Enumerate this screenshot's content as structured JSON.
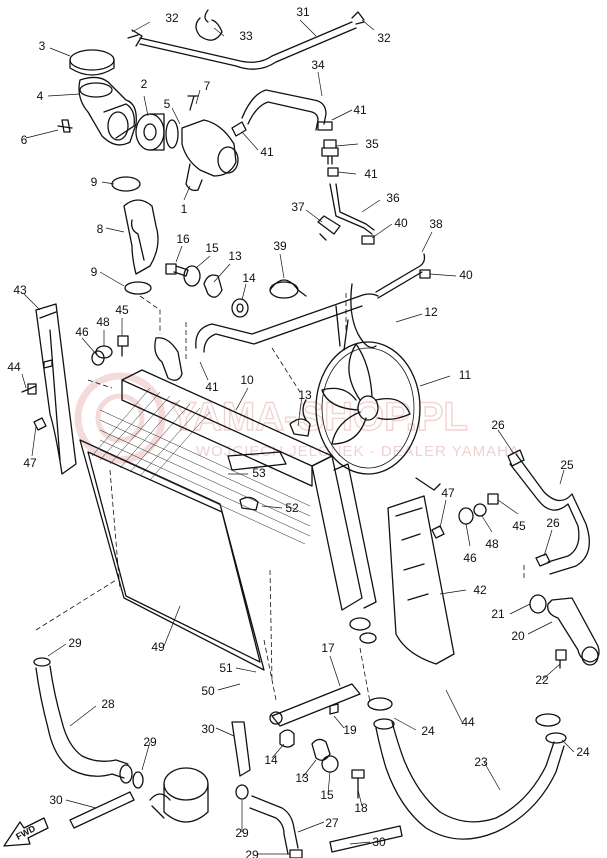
{
  "watermark": {
    "main": "YAMA-SHOP.PL",
    "sub": "WOJCIECH JELONEK - DEALER YAMAHA"
  },
  "fwd_marker": "FWD",
  "callouts": [
    {
      "id": "c32a",
      "label": "32"
    },
    {
      "id": "c31",
      "label": "31"
    },
    {
      "id": "c32b",
      "label": "32"
    },
    {
      "id": "c33",
      "label": "33"
    },
    {
      "id": "c3",
      "label": "3"
    },
    {
      "id": "c34",
      "label": "34"
    },
    {
      "id": "c4",
      "label": "4"
    },
    {
      "id": "c2",
      "label": "2"
    },
    {
      "id": "c7",
      "label": "7"
    },
    {
      "id": "c5",
      "label": "5"
    },
    {
      "id": "c41a",
      "label": "41"
    },
    {
      "id": "c6",
      "label": "6"
    },
    {
      "id": "c41b",
      "label": "41"
    },
    {
      "id": "c35",
      "label": "35"
    },
    {
      "id": "c41c",
      "label": "41"
    },
    {
      "id": "c9a",
      "label": "9"
    },
    {
      "id": "c1",
      "label": "1"
    },
    {
      "id": "c36",
      "label": "36"
    },
    {
      "id": "c37",
      "label": "37"
    },
    {
      "id": "c40a",
      "label": "40"
    },
    {
      "id": "c8",
      "label": "8"
    },
    {
      "id": "c38",
      "label": "38"
    },
    {
      "id": "c16",
      "label": "16"
    },
    {
      "id": "c15a",
      "label": "15"
    },
    {
      "id": "c13a",
      "label": "13"
    },
    {
      "id": "c39",
      "label": "39"
    },
    {
      "id": "c9b",
      "label": "9"
    },
    {
      "id": "c14a",
      "label": "14"
    },
    {
      "id": "c40b",
      "label": "40"
    },
    {
      "id": "c43",
      "label": "43"
    },
    {
      "id": "c45a",
      "label": "45"
    },
    {
      "id": "c12",
      "label": "12"
    },
    {
      "id": "c48a",
      "label": "48"
    },
    {
      "id": "c46a",
      "label": "46"
    },
    {
      "id": "c44a",
      "label": "44"
    },
    {
      "id": "c41d",
      "label": "41"
    },
    {
      "id": "c11",
      "label": "11"
    },
    {
      "id": "c10",
      "label": "10"
    },
    {
      "id": "c13b",
      "label": "13"
    },
    {
      "id": "c47a",
      "label": "47"
    },
    {
      "id": "c26a",
      "label": "26"
    },
    {
      "id": "c25",
      "label": "25"
    },
    {
      "id": "c53",
      "label": "53"
    },
    {
      "id": "c47b",
      "label": "47"
    },
    {
      "id": "c45b",
      "label": "45"
    },
    {
      "id": "c52",
      "label": "52"
    },
    {
      "id": "c46b",
      "label": "46"
    },
    {
      "id": "c48b",
      "label": "48"
    },
    {
      "id": "c26b",
      "label": "26"
    },
    {
      "id": "c42",
      "label": "42"
    },
    {
      "id": "c21",
      "label": "21"
    },
    {
      "id": "c20",
      "label": "20"
    },
    {
      "id": "c29a",
      "label": "29"
    },
    {
      "id": "c49",
      "label": "49"
    },
    {
      "id": "c17",
      "label": "17"
    },
    {
      "id": "c51",
      "label": "51"
    },
    {
      "id": "c22",
      "label": "22"
    },
    {
      "id": "c50",
      "label": "50"
    },
    {
      "id": "c28",
      "label": "28"
    },
    {
      "id": "c44b",
      "label": "44"
    },
    {
      "id": "c19",
      "label": "19"
    },
    {
      "id": "c24a",
      "label": "24"
    },
    {
      "id": "c24b",
      "label": "24"
    },
    {
      "id": "c30a",
      "label": "30"
    },
    {
      "id": "c29b",
      "label": "29"
    },
    {
      "id": "c14b",
      "label": "14"
    },
    {
      "id": "c23",
      "label": "23"
    },
    {
      "id": "c13c",
      "label": "13"
    },
    {
      "id": "c15b",
      "label": "15"
    },
    {
      "id": "c30b",
      "label": "30"
    },
    {
      "id": "c18",
      "label": "18"
    },
    {
      "id": "c27",
      "label": "27"
    },
    {
      "id": "c29c",
      "label": "29"
    },
    {
      "id": "c29d",
      "label": "29"
    },
    {
      "id": "c30c",
      "label": "30"
    }
  ]
}
